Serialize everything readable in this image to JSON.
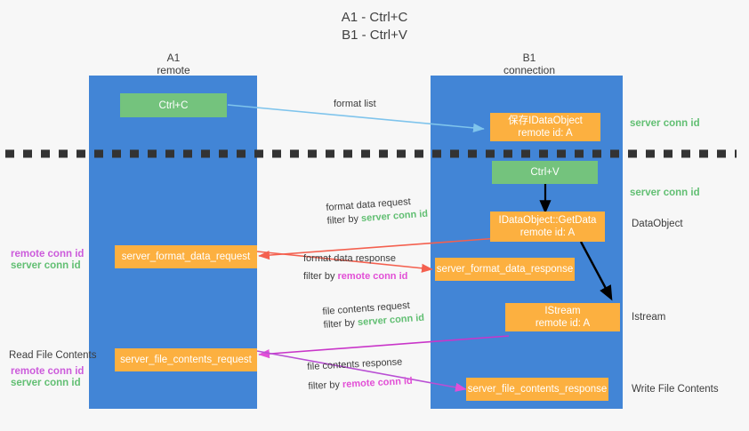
{
  "title": "A1 - Ctrl+C\nB1 - Ctrl+V",
  "lanes": [
    {
      "name": "a1",
      "header": "A1\nremote"
    },
    {
      "name": "b1",
      "header": "B1\nconnection"
    }
  ],
  "boxes": {
    "ctrl_c": "Ctrl+C",
    "ctrl_v": "Ctrl+V",
    "save_idataobject": "保存IDataObject\nremote id: A",
    "idataobject_getdata": "IDataObject::GetData\nremote id: A",
    "istream": "IStream\nremote id: A",
    "server_format_data_request": "server_format_data_request",
    "server_format_data_response": "server_format_data_response",
    "server_file_contents_request": "server_file_contents_request",
    "server_file_contents_response": "server_file_contents_response"
  },
  "right_labels": {
    "server_conn_id_top": "server conn id",
    "server_conn_id_mid": "server conn id",
    "dataobject": "DataObject",
    "istream": "Istream",
    "write_file_contents": "Write File Contents"
  },
  "left_labels": {
    "remote_conn_id_upper": "remote conn id",
    "server_conn_id_upper": "server conn id",
    "read_file_contents": "Read File Contents",
    "remote_conn_id_lower": "remote conn id",
    "server_conn_id_lower": "server conn id"
  },
  "arrow_labels": {
    "format_list": "format list",
    "format_data_request": "format data request",
    "format_data_request_filter_prefix": "filter by ",
    "format_data_request_filter_value": "server conn id",
    "format_data_response": "format data response",
    "format_data_response_filter_prefix": "filter by ",
    "format_data_response_filter_value": "remote conn id",
    "file_contents_request": "file contents request",
    "file_contents_request_filter_prefix": "filter by ",
    "file_contents_request_filter_value": "server conn id",
    "file_contents_response": "file contents response",
    "file_contents_response_filter_prefix": "filter by ",
    "file_contents_response_filter_value": "remote conn id"
  },
  "colors": {
    "lane": "#4285d6",
    "green_box": "#74c37d",
    "orange_box": "#fcb040",
    "server_conn_id": "#62bf73",
    "remote_conn_id": "#cc5bdb",
    "light_blue_arrow": "#7fc4ec",
    "red_arrow": "#f4604f",
    "magenta_arrow": "#e24fd6",
    "black_arrow": "#000000",
    "divider": "#333333"
  }
}
